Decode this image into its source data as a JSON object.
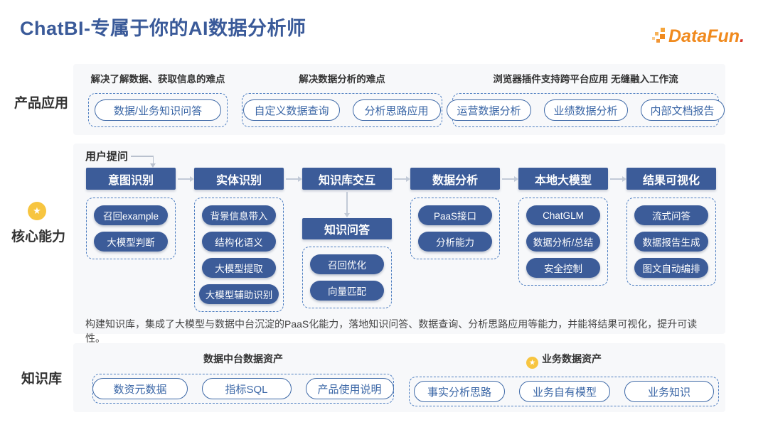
{
  "title": "ChatBI-专属于你的AI数据分析师",
  "logo": {
    "text": "DataFun",
    "dot": "."
  },
  "icons": {
    "star": "★"
  },
  "colors": {
    "title_blue": "#3A5A99",
    "navy": "#3C5C99",
    "dash_blue": "#4C7DC0",
    "band_gray": "#F7F8FA",
    "star_yellow": "#F7C540",
    "logo_orange": "#F08A1E",
    "logo_dot_red": "#D9372B"
  },
  "product": {
    "label": "产品应用",
    "groups": [
      {
        "heading": "解决了解数据、获取信息的难点",
        "pills": [
          "数据/业务知识问答"
        ]
      },
      {
        "heading": "解决数据分析的难点",
        "pills": [
          "自定义数据查询",
          "分析思路应用"
        ]
      },
      {
        "heading": "浏览器插件支持跨平台应用 无缝融入工作流",
        "pills": [
          "运营数据分析",
          "业绩数据分析",
          "内部文档报告"
        ]
      }
    ]
  },
  "core": {
    "label": "核心能力",
    "user_question": "用户提问",
    "columns": [
      {
        "header": "意图识别",
        "items": [
          "召回example",
          "大模型判断"
        ]
      },
      {
        "header": "实体识别",
        "items": [
          "背景信息带入",
          "结构化语义",
          "大模型提取",
          "大模型辅助识别"
        ]
      },
      {
        "header": "知识库交互",
        "subheader": "知识问答",
        "items": [
          "召回优化",
          "向量匹配"
        ]
      },
      {
        "header": "数据分析",
        "items": [
          "PaaS接口",
          "分析能力"
        ]
      },
      {
        "header": "本地大模型",
        "items": [
          "ChatGLM",
          "数据分析/总结",
          "安全控制"
        ]
      },
      {
        "header": "结果可视化",
        "items": [
          "流式问答",
          "数据报告生成",
          "图文自动编排"
        ]
      }
    ],
    "caption": "构建知识库，集成了大模型与数据中台沉淀的PaaS化能力，落地知识问答、数据查询、分析思路应用等能力，并能将结果可视化，提升可读性。"
  },
  "knowledge": {
    "label": "知识库",
    "groups": [
      {
        "heading": "数据中台数据资产",
        "star": false,
        "pills": [
          "数资元数据",
          "指标SQL",
          "产品使用说明"
        ]
      },
      {
        "heading": "业务数据资产",
        "star": true,
        "pills": [
          "事实分析思路",
          "业务自有模型",
          "业务知识"
        ]
      }
    ]
  }
}
